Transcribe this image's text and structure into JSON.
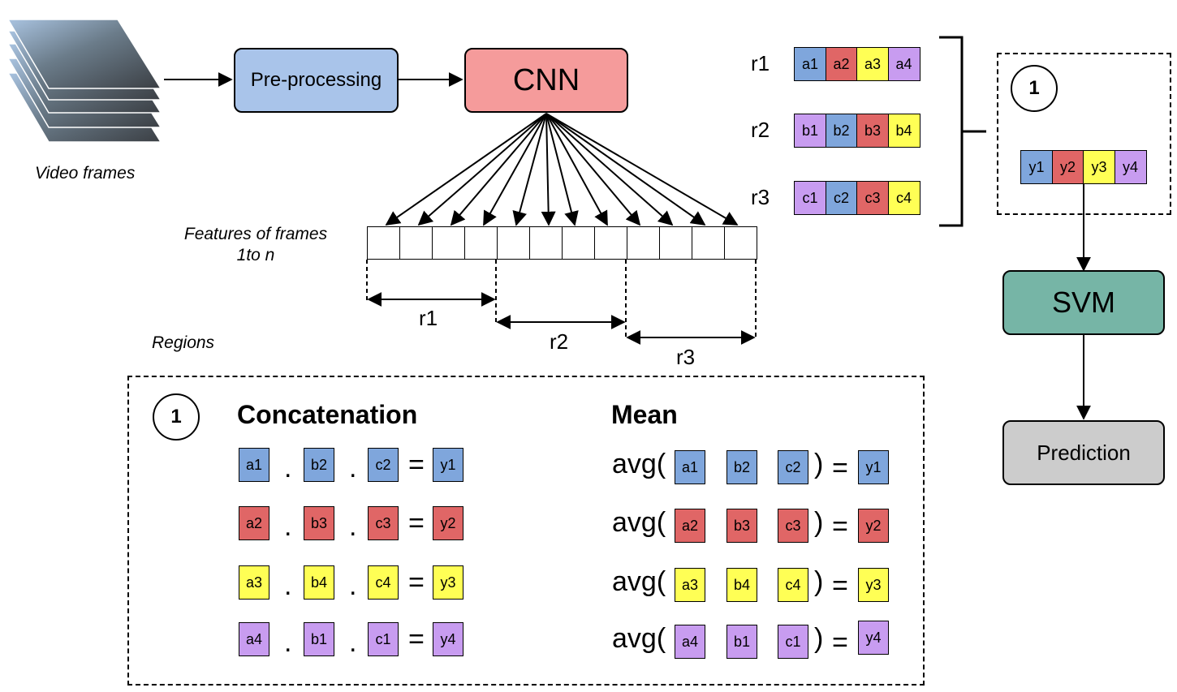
{
  "colors": {
    "blue": "#7fa6dc",
    "red": "#e06666",
    "yellow": "#ffff55",
    "purple": "#c89cf0",
    "preprocess": "#a9c4ea",
    "cnn": "#f59b9b",
    "svm": "#76b5a6",
    "prediction": "#cccccc"
  },
  "input": {
    "label": "Video frames"
  },
  "nodes": {
    "preprocessing": "Pre-processing",
    "cnn": "CNN",
    "svm": "SVM",
    "prediction": "Prediction"
  },
  "features": {
    "label_line1": "Features of frames",
    "label_line2": "1to n",
    "cell_count": 12
  },
  "regions": {
    "label": "Regions",
    "names": [
      "r1",
      "r2",
      "r3"
    ]
  },
  "region_vectors": [
    {
      "name": "r1",
      "cells": [
        {
          "t": "a1",
          "c": "blue"
        },
        {
          "t": "a2",
          "c": "red"
        },
        {
          "t": "a3",
          "c": "yellow"
        },
        {
          "t": "a4",
          "c": "purple"
        }
      ]
    },
    {
      "name": "r2",
      "cells": [
        {
          "t": "b1",
          "c": "purple"
        },
        {
          "t": "b2",
          "c": "blue"
        },
        {
          "t": "b3",
          "c": "red"
        },
        {
          "t": "b4",
          "c": "yellow"
        }
      ]
    },
    {
      "name": "r3",
      "cells": [
        {
          "t": "c1",
          "c": "purple"
        },
        {
          "t": "c2",
          "c": "blue"
        },
        {
          "t": "c3",
          "c": "red"
        },
        {
          "t": "c4",
          "c": "yellow"
        }
      ]
    }
  ],
  "fusion": {
    "marker": "1",
    "output": [
      {
        "t": "y1",
        "c": "blue"
      },
      {
        "t": "y2",
        "c": "red"
      },
      {
        "t": "y3",
        "c": "yellow"
      },
      {
        "t": "y4",
        "c": "purple"
      }
    ]
  },
  "legend": {
    "marker": "1",
    "concat_title": "Concatenation",
    "mean_title": "Mean",
    "dot": ".",
    "equals": "=",
    "avg_open": "avg(",
    "avg_close": ")",
    "rows": [
      {
        "color": "blue",
        "inputs": [
          "a1",
          "b2",
          "c2"
        ],
        "out": "y1"
      },
      {
        "color": "red",
        "inputs": [
          "a2",
          "b3",
          "c3"
        ],
        "out": "y2"
      },
      {
        "color": "yellow",
        "inputs": [
          "a3",
          "b4",
          "c4"
        ],
        "out": "y3"
      },
      {
        "color": "purple",
        "inputs": [
          "a4",
          "b1",
          "c1"
        ],
        "out": "y4"
      }
    ]
  }
}
